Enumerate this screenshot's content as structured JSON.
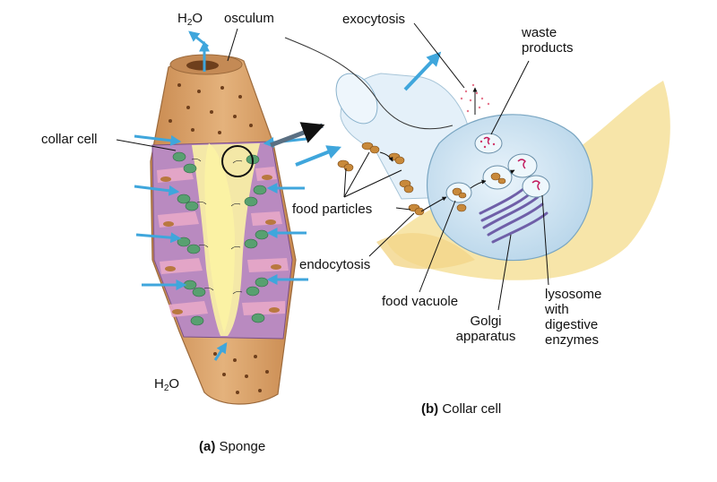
{
  "labels": {
    "h2o_top": {
      "base": "H",
      "sub": "2",
      "tail": "O"
    },
    "h2o_bottom": {
      "base": "H",
      "sub": "2",
      "tail": "O"
    },
    "osculum": "osculum",
    "collar_cell": "collar cell",
    "exocytosis": "exocytosis",
    "waste_products": "waste products",
    "food_particles": "food particles",
    "endocytosis": "endocytosis",
    "food_vacuole": "food vacuole",
    "golgi_apparatus": "Golgi apparatus",
    "lysosome": "lysosome with digestive enzymes"
  },
  "captions": {
    "a_letter": "(a)",
    "a_text": "Sponge",
    "b_letter": "(b)",
    "b_text": "Collar cell"
  },
  "colors": {
    "sponge_body": "#d9a06a",
    "sponge_dark": "#b97740",
    "cavity": "#fbf2a4",
    "water_arrow": "#3fa6dc",
    "collar_cell": "#cfe4f2",
    "cell_outline": "#8ab2cc",
    "golgi": "#6f5fa8",
    "background_wash": "#f6e2a0",
    "tissue_pink": "#e8a8c8",
    "nucleus_green": "#58a070"
  }
}
